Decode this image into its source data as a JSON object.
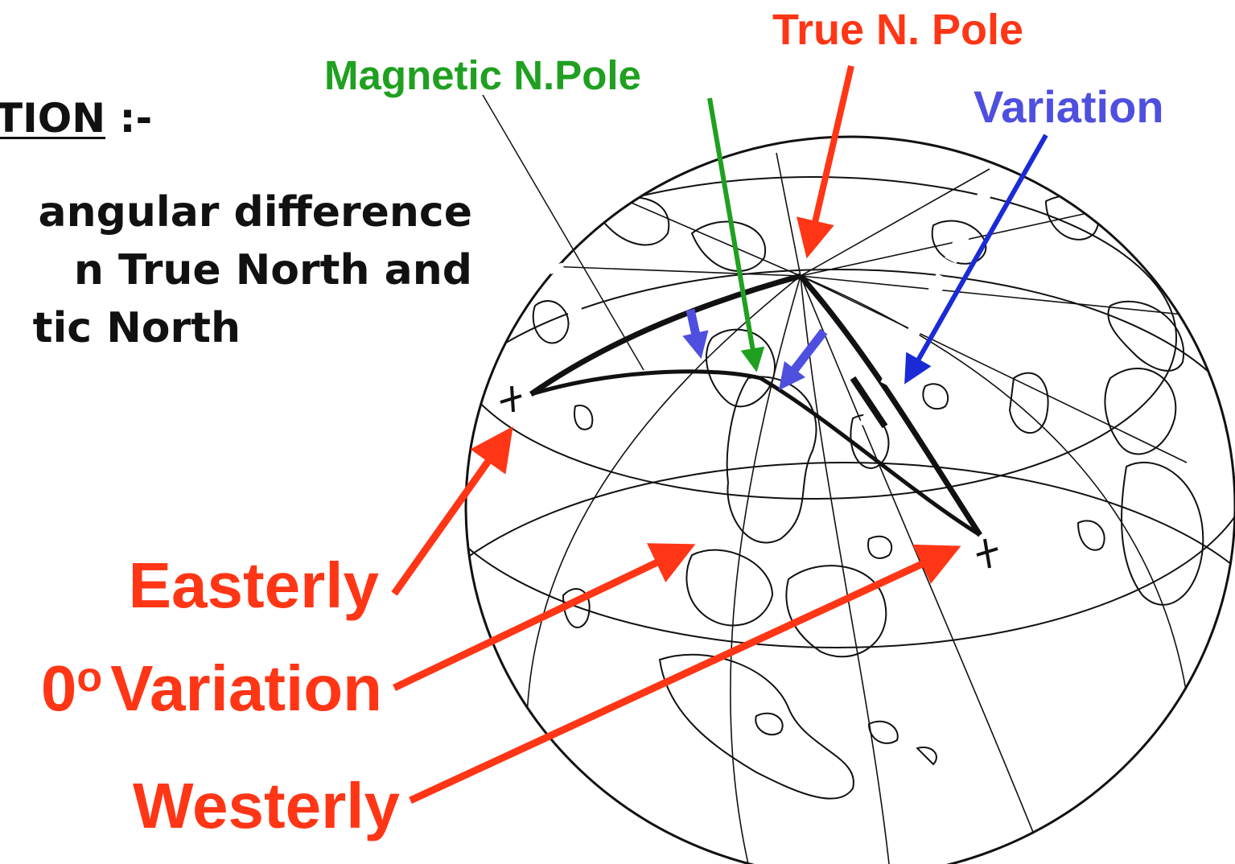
{
  "heading": {
    "visible_text": "TION",
    "suffix": " :-"
  },
  "definition": {
    "line1": "angular difference",
    "line2": "n True North and",
    "line3": "tic North"
  },
  "labels": {
    "true_north_pole": "True N. Pole",
    "magnetic_north_pole": "Magnetic N.Pole",
    "variation": "Variation",
    "easterly": "Easterly",
    "zero_degree": "0",
    "degree_symbol": "o",
    "zero_variation_text": "Variation",
    "westerly": "Westerly"
  },
  "colors": {
    "red_arrow": "#ff3616",
    "green_arrow": "#20a020",
    "blue_arrow": "#1a2ad6",
    "light_blue_arrow": "#4f4fdf",
    "globe_ink": "#111111",
    "text": "#111111"
  }
}
